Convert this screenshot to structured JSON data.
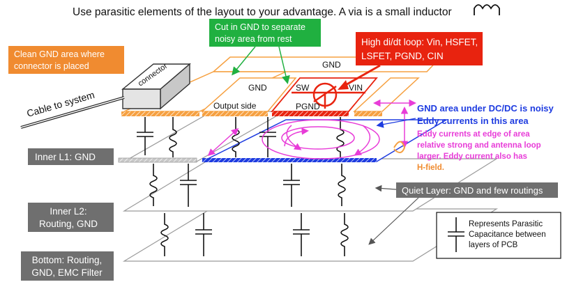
{
  "title": "Use parasitic elements of the layout to your advantage. A via is a small inductor",
  "callouts": {
    "cut_gnd": [
      "Cut in GND to separate",
      "noisy area from rest"
    ],
    "high_didt": [
      "High di/dt loop: Vin, HSFET,",
      "LSFET, PGND, CIN"
    ],
    "clean_gnd": [
      "Clean GND area where",
      "connector is placed"
    ],
    "quiet_layer": "Quiet Layer: GND and few routings",
    "legend": [
      "Represents Parasitic",
      "Capacitance between",
      "layers of PCB"
    ]
  },
  "layers": {
    "inner_l1": [
      "Inner L1: GND"
    ],
    "inner_l2": [
      "Inner L2:",
      "Routing, GND"
    ],
    "bottom": [
      "Bottom: Routing,",
      "GND, EMC Filter"
    ]
  },
  "top_labels": {
    "connector": "connector",
    "cable": "Cable to system",
    "gnd_back": "GND",
    "gnd_mid": "GND",
    "output_side": "Output side",
    "sw": "SW",
    "vin": "VIN",
    "pgnd": "PGND"
  },
  "notes": {
    "gnd_under": "GND area under DC/DC is noisy",
    "eddy": "Eddy currents in this area",
    "eddy_edge": [
      "Eddy currents at edge of area",
      "relative strong and antenna loop",
      "larger. Eddy current also has",
      "H-field."
    ]
  },
  "colors": {
    "green": "#20b040",
    "red": "#e8230f",
    "orange": "#f08b30",
    "gray": "#6f6f6f",
    "blue": "#1d3be0",
    "magenta": "#e83cd8",
    "orange_pad": "#f6a040"
  }
}
